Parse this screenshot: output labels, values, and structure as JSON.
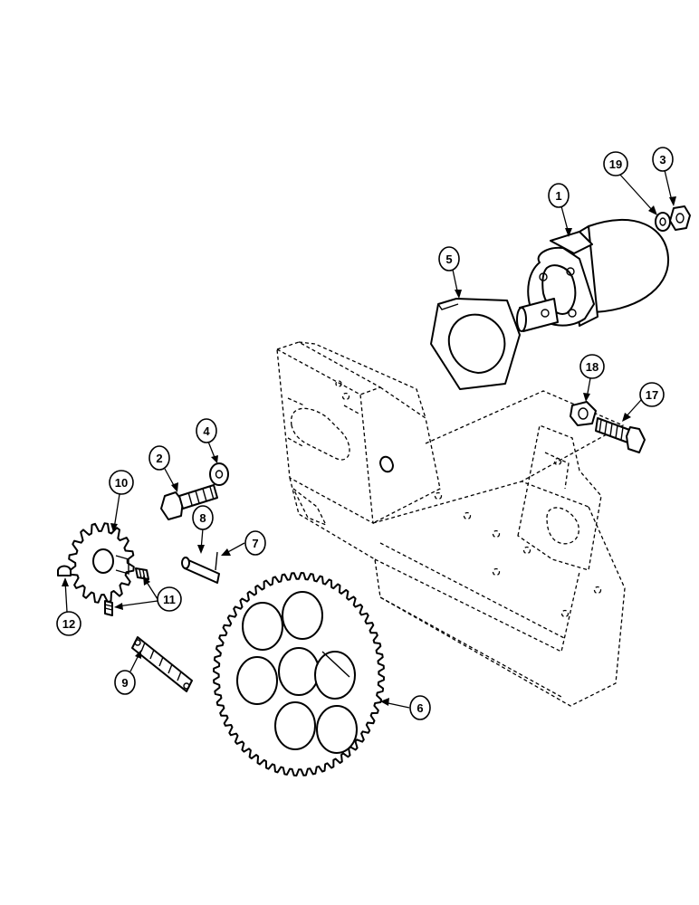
{
  "callouts": [
    {
      "id": "c1",
      "label": "1"
    },
    {
      "id": "c2",
      "label": "2"
    },
    {
      "id": "c3",
      "label": "3"
    },
    {
      "id": "c4",
      "label": "4"
    },
    {
      "id": "c5",
      "label": "5"
    },
    {
      "id": "c6",
      "label": "6"
    },
    {
      "id": "c7",
      "label": "7"
    },
    {
      "id": "c8",
      "label": "8"
    },
    {
      "id": "c9",
      "label": "9"
    },
    {
      "id": "c10",
      "label": "10"
    },
    {
      "id": "c11",
      "label": "11"
    },
    {
      "id": "c12",
      "label": "12"
    },
    {
      "id": "c17",
      "label": "17"
    },
    {
      "id": "c18",
      "label": "18"
    },
    {
      "id": "c19",
      "label": "19"
    }
  ]
}
